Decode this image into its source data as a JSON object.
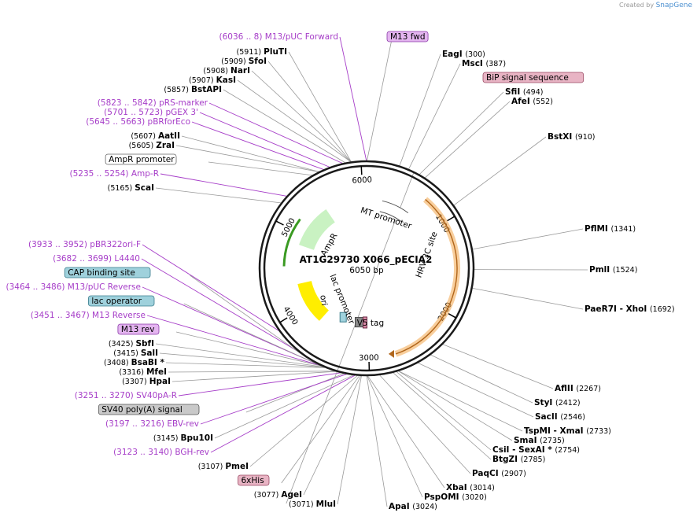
{
  "credit": {
    "prefix": "Created by",
    "brand": "SnapGene"
  },
  "map": {
    "name": "AT1G29730 X066_pECIA2",
    "length": "6050 bp",
    "total_bp": 6050
  },
  "ticks": [
    "1000",
    "2000",
    "3000",
    "4000",
    "5000",
    "6000"
  ],
  "features": [
    {
      "name": "MT promoter",
      "kind": "promoter"
    },
    {
      "name": "HRV 3C site",
      "kind": "site"
    },
    {
      "name": "V5 tag",
      "kind": "tag"
    },
    {
      "name": "lac promoter",
      "kind": "promoter"
    },
    {
      "name": "ori",
      "kind": "origin"
    },
    {
      "name": "AmpR",
      "kind": "cds"
    }
  ],
  "labels": [
    {
      "text": "(6036 .. 8)  M13/pUC Forward",
      "kind": "feat",
      "bp": 6048
    },
    {
      "text": "M13 fwd",
      "kind": "box",
      "fill": "#e4b5f0",
      "stroke": "#8a3aa8",
      "bp": 4
    },
    {
      "text": "(5911)",
      "name": "PluTI",
      "kind": "enz",
      "bp": 5911
    },
    {
      "text": "(5909)",
      "name": "SfoI",
      "kind": "enz",
      "bp": 5909
    },
    {
      "text": "(5908)",
      "name": "NarI",
      "kind": "enz",
      "bp": 5908
    },
    {
      "text": "(5907)",
      "name": "KasI",
      "kind": "enz",
      "bp": 5907
    },
    {
      "text": "(5857)",
      "name": "BstAPI",
      "kind": "enz",
      "bp": 5857
    },
    {
      "text": "(5823 .. 5842)  pRS-marker",
      "kind": "feat",
      "bp": 5832
    },
    {
      "text": "(5701 .. 5723)  pGEX 3'",
      "kind": "feat",
      "bp": 5712
    },
    {
      "text": "(5645 .. 5663)  pBRforEco",
      "kind": "feat",
      "bp": 5654
    },
    {
      "text": "(5607)",
      "name": "AatII",
      "kind": "enz",
      "bp": 5607
    },
    {
      "text": "(5605)",
      "name": "ZraI",
      "kind": "enz",
      "bp": 5605
    },
    {
      "text": "AmpR promoter",
      "kind": "box",
      "fill": "#ffffff",
      "stroke": "#666666",
      "bp": 5540
    },
    {
      "text": "(5235 .. 5254)  Amp-R",
      "kind": "feat",
      "bp": 5244
    },
    {
      "text": "(5165)",
      "name": "ScaI",
      "kind": "enz",
      "bp": 5165
    },
    {
      "text": "(3933 .. 3952)  pBR322ori-F",
      "kind": "feat",
      "bp": 3942
    },
    {
      "text": "(3682 .. 3699)  L4440",
      "kind": "feat",
      "bp": 3690
    },
    {
      "text": "CAP binding site",
      "kind": "box",
      "fill": "#9fd1dc",
      "stroke": "#3a7c8c",
      "bp": 3590
    },
    {
      "text": "(3464 .. 3486)  M13/pUC Reverse",
      "kind": "feat",
      "bp": 3475
    },
    {
      "text": "lac operator",
      "kind": "box",
      "fill": "#9fd1dc",
      "stroke": "#3a7c8c",
      "bp": 3440
    },
    {
      "text": "(3451 .. 3467)  M13 Reverse",
      "kind": "feat",
      "bp": 3459
    },
    {
      "text": "M13 rev",
      "kind": "box",
      "fill": "#e4b5f0",
      "stroke": "#8a3aa8",
      "bp": 3445
    },
    {
      "text": "(3425)",
      "name": "SbfI",
      "kind": "enz",
      "bp": 3425
    },
    {
      "text": "(3415)",
      "name": "SalI",
      "kind": "enz",
      "bp": 3415
    },
    {
      "text": "(3408)",
      "name": "BsaBI  *",
      "kind": "enz",
      "bp": 3408
    },
    {
      "text": "(3316)",
      "name": "MfeI",
      "kind": "enz",
      "bp": 3316
    },
    {
      "text": "(3307)",
      "name": "HpaI",
      "kind": "enz",
      "bp": 3307
    },
    {
      "text": "(3251 .. 3270)  SV40pA-R",
      "kind": "feat",
      "bp": 3260
    },
    {
      "text": "SV40 poly(A) signal",
      "kind": "box",
      "fill": "#c9c9c9",
      "stroke": "#555555",
      "bp": 3230
    },
    {
      "text": "(3197 .. 3216)  EBV-rev",
      "kind": "feat",
      "bp": 3206
    },
    {
      "text": "(3145)",
      "name": "Bpu10I",
      "kind": "enz",
      "bp": 3145
    },
    {
      "text": "(3123 .. 3140)  BGH-rev",
      "kind": "feat",
      "bp": 3131
    },
    {
      "text": "(3107)",
      "name": "PmeI",
      "kind": "enz",
      "bp": 3107
    },
    {
      "text": "6xHis",
      "kind": "box",
      "fill": "#e8b4c4",
      "stroke": "#9a4a64",
      "bp": 3090
    },
    {
      "text": "(3077)",
      "name": "AgeI",
      "kind": "enz",
      "bp": 3077
    },
    {
      "text": "(3071)",
      "name": "MluI",
      "kind": "enz",
      "bp": 3071
    },
    {
      "text": "EagI",
      "name2": "(300)",
      "kind": "enzr",
      "bp": 300
    },
    {
      "text": "MscI",
      "name2": "(387)",
      "kind": "enzr",
      "bp": 387
    },
    {
      "text": "BiP signal sequence",
      "kind": "box",
      "fill": "#e8b4c4",
      "stroke": "#9a4a64",
      "bp": 440
    },
    {
      "text": "SfiI",
      "name2": "(494)",
      "kind": "enzr",
      "bp": 494
    },
    {
      "text": "AfeI",
      "name2": "(552)",
      "kind": "enzr",
      "bp": 552
    },
    {
      "text": "BstXI",
      "name2": "(910)",
      "kind": "enzr",
      "bp": 910
    },
    {
      "text": "PflMI",
      "name2": "(1341)",
      "kind": "enzr",
      "bp": 1341
    },
    {
      "text": "PmlI",
      "name2": "(1524)",
      "kind": "enzr",
      "bp": 1524
    },
    {
      "text": "PaeR7I   - XhoI",
      "name2": "(1692)",
      "kind": "enzr",
      "bp": 1692
    },
    {
      "text": "AflII",
      "name2": "(2267)",
      "kind": "enzr",
      "bp": 2267
    },
    {
      "text": "StyI",
      "name2": "(2412)",
      "kind": "enzr",
      "bp": 2412
    },
    {
      "text": "SacII",
      "name2": "(2546)",
      "kind": "enzr",
      "bp": 2546
    },
    {
      "text": "TspMI   - XmaI",
      "name2": "(2733)",
      "kind": "enzr",
      "bp": 2733
    },
    {
      "text": "SmaI",
      "name2": "(2735)",
      "kind": "enzr",
      "bp": 2735
    },
    {
      "text": "CsiI   - SexAI  *",
      "name2": "(2754)",
      "kind": "enzr",
      "bp": 2754
    },
    {
      "text": "BtgZI",
      "name2": "(2785)",
      "kind": "enzr",
      "bp": 2785
    },
    {
      "text": "PaqCI",
      "name2": "(2907)",
      "kind": "enzr",
      "bp": 2907
    },
    {
      "text": "XbaI",
      "name2": "(3014)",
      "kind": "enzr",
      "bp": 3014
    },
    {
      "text": "PspOMI",
      "name2": "(3020)",
      "kind": "enzr",
      "bp": 3020
    },
    {
      "text": "ApaI",
      "name2": "(3024)",
      "kind": "enzr",
      "bp": 3024
    }
  ],
  "colors": {
    "feature_text": "#a63dc8",
    "backbone": "#1a1a1a",
    "orf": "#f2a64a",
    "ampr": "#c9f2c2",
    "ampr_arrow": "#3a9a22",
    "ori": "#ffee00"
  }
}
